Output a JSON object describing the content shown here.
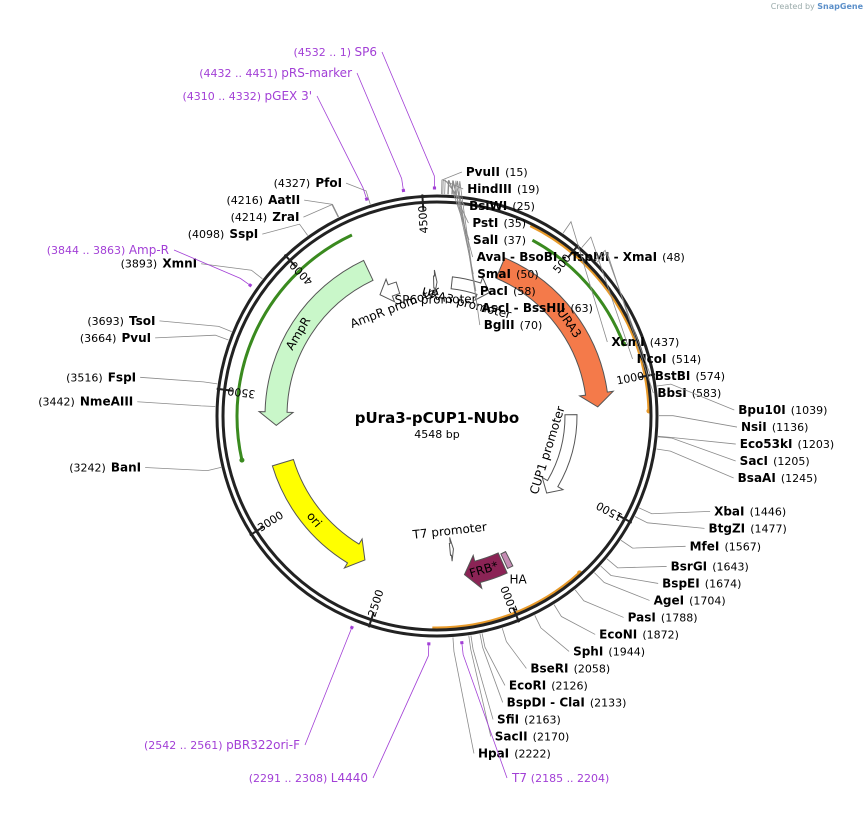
{
  "credit": {
    "prefix": "Created by",
    "brand": "SnapGene"
  },
  "plasmid": {
    "name": "pUra3-pCUP1-NUbo",
    "length_bp": 4548,
    "length_label": "4548 bp"
  },
  "colors": {
    "backbone": "#222222",
    "line": "#8a8a8a",
    "primer": "#a23fd6",
    "URA3": "#f47a4a",
    "AmpR": "#c9f7c9",
    "ori": "#ffff00",
    "FRB": "#8b2355",
    "HA": "#c58cb4",
    "promoter": "#ffffff",
    "orf_orange": "#e89a2a",
    "orf_green": "#3a8a1f"
  },
  "ticks": [
    {
      "bp": 500,
      "label": "500"
    },
    {
      "bp": 1000,
      "label": "1000"
    },
    {
      "bp": 1500,
      "label": "1500"
    },
    {
      "bp": 2000,
      "label": "2000"
    },
    {
      "bp": 2500,
      "label": "2500"
    },
    {
      "bp": 3000,
      "label": "3000"
    },
    {
      "bp": 3500,
      "label": "3500"
    },
    {
      "bp": 4000,
      "label": "4000"
    },
    {
      "bp": 4500,
      "label": "4500"
    }
  ],
  "features": [
    {
      "name": "URA3",
      "type": "arrow",
      "start": 293,
      "end": 1096,
      "strand": 1,
      "color": "#f47a4a",
      "label": "URA3",
      "ring": "inner"
    },
    {
      "name": "URA3 promoter",
      "type": "promoter",
      "start": 80,
      "end": 290,
      "strand": 1,
      "label": "URA3 promoter"
    },
    {
      "name": "CUP1 promoter",
      "type": "promoter",
      "start": 1130,
      "end": 1580,
      "strand": 1,
      "label": "CUP1 promoter"
    },
    {
      "name": "HA",
      "type": "box",
      "start": 1935,
      "end": 1960,
      "strand": 1,
      "color": "#c58cb4",
      "label": "HA"
    },
    {
      "name": "FRB*",
      "type": "arrow",
      "start": 1970,
      "end": 2150,
      "strand": 1,
      "color": "#8b2355",
      "label": "FRB*"
    },
    {
      "name": "T7 promoter",
      "type": "promoter",
      "start": 2185,
      "end": 2204,
      "strand": -1,
      "label": "T7 promoter"
    },
    {
      "name": "ori",
      "type": "arrow",
      "start": 2610,
      "end": 3198,
      "strand": -1,
      "color": "#ffff00",
      "label": "ori"
    },
    {
      "name": "AmpR",
      "type": "arrow",
      "start": 3369,
      "end": 4229,
      "strand": -1,
      "color": "#c9f7c9",
      "label": "AmpR"
    },
    {
      "name": "AmpR promoter",
      "type": "promoter",
      "start": 4230,
      "end": 4334,
      "strand": -1,
      "label": "AmpR promoter"
    },
    {
      "name": "SP6 promoter",
      "type": "promoter",
      "start": 4530,
      "end": 4548,
      "strand": 1,
      "label": "SP6 promoter"
    }
  ],
  "orfs": [
    {
      "start": 330,
      "end": 1120,
      "strand": 1,
      "color": "#e89a2a",
      "r": 212
    },
    {
      "start": 360,
      "end": 870,
      "strand": 1,
      "color": "#3a8a1f",
      "r": 200
    },
    {
      "start": 1740,
      "end": 2290,
      "strand": -1,
      "color": "#e89a2a",
      "r": 212
    },
    {
      "start": 3250,
      "end": 4230,
      "strand": -1,
      "color": "#3a8a1f",
      "r": 200
    }
  ],
  "sites": [
    {
      "name": "PvuII",
      "pos": "(15)",
      "bp": 15
    },
    {
      "name": "HindIII",
      "pos": "(19)",
      "bp": 19
    },
    {
      "name": "BsiWI",
      "pos": "(25)",
      "bp": 25
    },
    {
      "name": "PstI",
      "pos": "(35)",
      "bp": 35
    },
    {
      "name": "SalI",
      "pos": "(37)",
      "bp": 37
    },
    {
      "name": "AvaI   -   BsoBI   -   TspMI   -   XmaI",
      "pos": "(48)",
      "bp": 48
    },
    {
      "name": "SmaI",
      "pos": "(50)",
      "bp": 50
    },
    {
      "name": "PacI",
      "pos": "(58)",
      "bp": 58
    },
    {
      "name": "AscI   -   BssHII",
      "pos": "(63)",
      "bp": 63
    },
    {
      "name": "BglII",
      "pos": "(70)",
      "bp": 70
    },
    {
      "name": "XcmI",
      "pos": "(437)",
      "bp": 437
    },
    {
      "name": "NcoI",
      "pos": "(514)",
      "bp": 514
    },
    {
      "name": "BstBI",
      "pos": "(574)",
      "bp": 574
    },
    {
      "name": "BbsI",
      "pos": "(583)",
      "bp": 583
    },
    {
      "name": "Bpu10I",
      "pos": "(1039)",
      "bp": 1039
    },
    {
      "name": "NsiI",
      "pos": "(1136)",
      "bp": 1136
    },
    {
      "name": "Eco53kI",
      "pos": "(1203)",
      "bp": 1203
    },
    {
      "name": "SacI",
      "pos": "(1205)",
      "bp": 1205
    },
    {
      "name": "BsaAI",
      "pos": "(1245)",
      "bp": 1245
    },
    {
      "name": "XbaI",
      "pos": "(1446)",
      "bp": 1446
    },
    {
      "name": "BtgZI",
      "pos": "(1477)",
      "bp": 1477
    },
    {
      "name": "MfeI",
      "pos": "(1567)",
      "bp": 1567
    },
    {
      "name": "BsrGI",
      "pos": "(1643)",
      "bp": 1643
    },
    {
      "name": "BspEI",
      "pos": "(1674)",
      "bp": 1674
    },
    {
      "name": "AgeI",
      "pos": "(1704)",
      "bp": 1704
    },
    {
      "name": "PasI",
      "pos": "(1788)",
      "bp": 1788
    },
    {
      "name": "EcoNI",
      "pos": "(1872)",
      "bp": 1872
    },
    {
      "name": "SphI",
      "pos": "(1944)",
      "bp": 1944
    },
    {
      "name": "BseRI",
      "pos": "(2058)",
      "bp": 2058
    },
    {
      "name": "EcoRI",
      "pos": "(2126)",
      "bp": 2126
    },
    {
      "name": "BspDI   -   ClaI",
      "pos": "(2133)",
      "bp": 2133
    },
    {
      "name": "SfiI",
      "pos": "(2163)",
      "bp": 2163
    },
    {
      "name": "SacII",
      "pos": "(2170)",
      "bp": 2170
    },
    {
      "name": "HpaI",
      "pos": "(2222)",
      "bp": 2222
    },
    {
      "name": "BanI",
      "pos": "(3242)",
      "bp": 3242
    },
    {
      "name": "NmeAIII",
      "pos": "(3442)",
      "bp": 3442
    },
    {
      "name": "FspI",
      "pos": "(3516)",
      "bp": 3516
    },
    {
      "name": "PvuI",
      "pos": "(3664)",
      "bp": 3664
    },
    {
      "name": "TsoI",
      "pos": "(3693)",
      "bp": 3693
    },
    {
      "name": "XmnI",
      "pos": "(3893)",
      "bp": 3893
    },
    {
      "name": "SspI",
      "pos": "(4098)",
      "bp": 4098
    },
    {
      "name": "ZraI",
      "pos": "(4214)",
      "bp": 4214
    },
    {
      "name": "AatII",
      "pos": "(4216)",
      "bp": 4216
    },
    {
      "name": "PfoI",
      "pos": "(4327)",
      "bp": 4327
    }
  ],
  "primers": [
    {
      "name": "SP6",
      "range": "(4532 .. 1)",
      "bp": 4540
    },
    {
      "name": "pRS-marker",
      "range": "(4432 .. 4451)",
      "bp": 4441
    },
    {
      "name": "pGEX 3'",
      "range": "(4310 .. 4332)",
      "bp": 4321
    },
    {
      "name": "Amp-R",
      "range": "(3844 .. 3863)",
      "bp": 3853
    },
    {
      "name": "pBR322ori-F",
      "range": "(2542 .. 2561)",
      "bp": 2551
    },
    {
      "name": "L4440",
      "range": "(2291 .. 2308)",
      "bp": 2300
    },
    {
      "name": "T7",
      "range": "(2185 .. 2204)",
      "bp": 2195
    }
  ]
}
